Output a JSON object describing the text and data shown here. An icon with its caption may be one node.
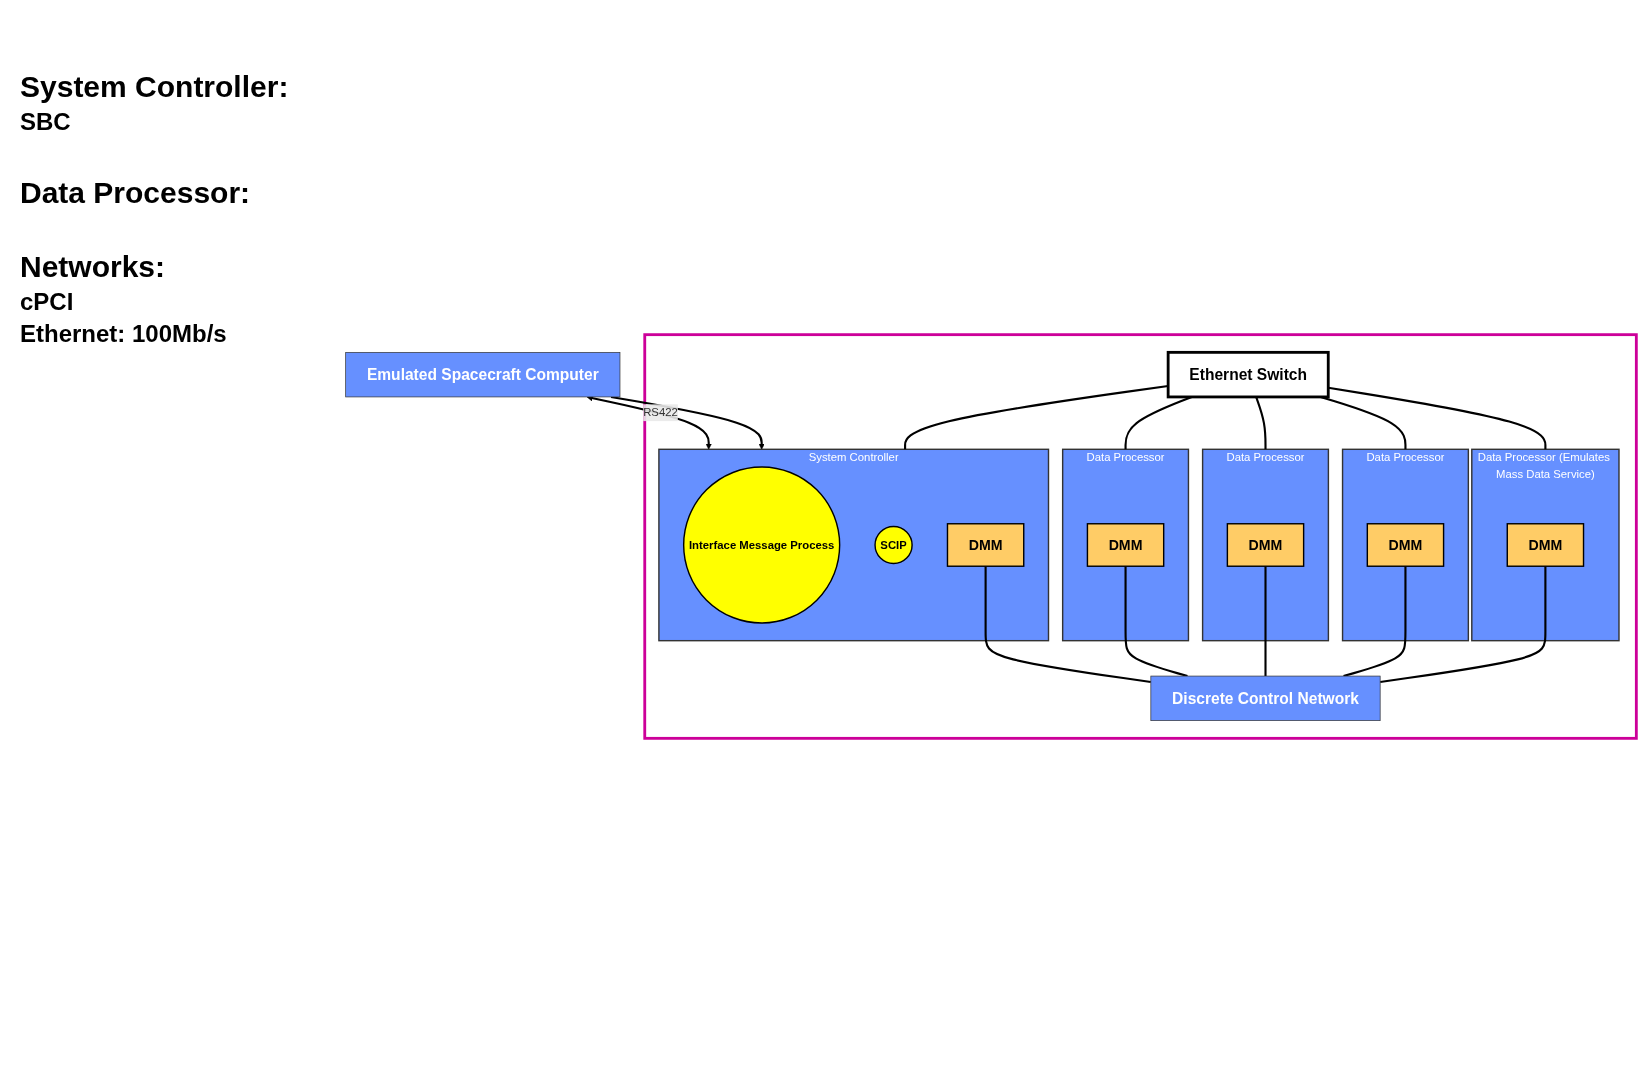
{
  "diagram": {
    "nodes": [
      {
        "text": [
          "Emulated Spacecraft Computer"
        ]
      },
      {
        "text": [],
        "shape": "box"
      },
      {
        "text": [
          "Ethernet Switch"
        ],
        "in": 1
      },
      {
        "text": [
          "System Controller"
        ],
        "in": 1
      },
      {
        "text": [
          "Interface Message Process"
        ],
        "in": 3
      },
      {
        "text": [
          "SCIP"
        ],
        "in": 3
      },
      {
        "text": [
          "DMM"
        ],
        "in": 3
      },
      {
        "text": [
          "Data Processor"
        ],
        "in": 1
      },
      {
        "text": [
          "DMM"
        ],
        "in": 7
      },
      {
        "text": [
          "Data Processor"
        ],
        "in": 1
      },
      {
        "text": [
          "DMM"
        ],
        "in": 9
      },
      {
        "text": [
          "Data Processor"
        ],
        "in": 1
      },
      {
        "text": [
          "DMM"
        ],
        "in": 11
      },
      {
        "text": [
          "Data Processor (Emulates Mass Data Service)"
        ],
        "in": 1
      },
      {
        "text": [
          "DMM"
        ],
        "in": 13
      },
      {
        "text": [
          "Discrete Control Network"
        ],
        "in": 1
      }
    ],
    "edges": [
      {
        "from": 0,
        "to": 3,
        "arrow": "both",
        "label": "RS422"
      },
      {
        "from": 0,
        "to": 3,
        "arrow": "to"
      },
      {
        "from": 2,
        "to": 3,
        "arrow": "none"
      },
      {
        "from": 2,
        "to": 7,
        "arrow": "none"
      },
      {
        "from": 2,
        "to": 9,
        "arrow": "none"
      },
      {
        "from": 2,
        "to": 11,
        "arrow": "none"
      },
      {
        "from": 2,
        "to": 13,
        "arrow": "none"
      },
      {
        "from": 6,
        "to": 15,
        "arrow": "none"
      },
      {
        "from": 8,
        "to": 15,
        "arrow": "none"
      },
      {
        "from": 10,
        "to": 15,
        "arrow": "none"
      },
      {
        "from": 12,
        "to": 15,
        "arrow": "none"
      },
      {
        "from": 14,
        "to": 15,
        "arrow": "none"
      }
    ],
    "labels": [
      "System Controller:",
      "SBC",
      "Data Processor:",
      "Networks:",
      "cPCI",
      "Ethernet: 100Mb/s"
    ]
  }
}
